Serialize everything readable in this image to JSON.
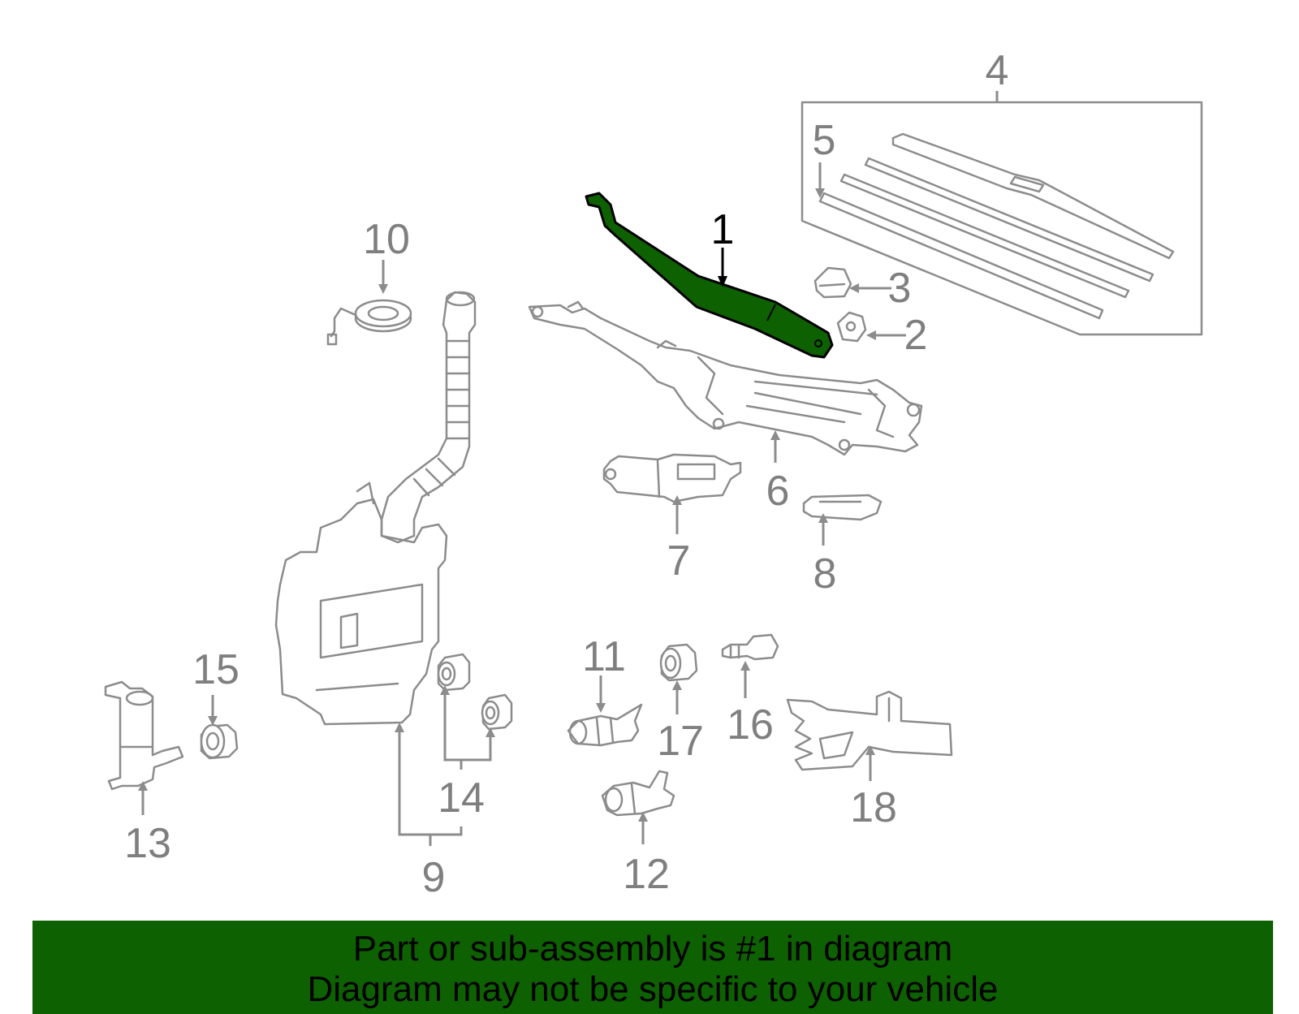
{
  "callouts": {
    "c1": "1",
    "c2": "2",
    "c3": "3",
    "c4": "4",
    "c5": "5",
    "c6": "6",
    "c7": "7",
    "c8": "8",
    "c9": "9",
    "c10": "10",
    "c11": "11",
    "c12": "12",
    "c13": "13",
    "c14": "14",
    "c15": "15",
    "c16": "16",
    "c17": "17",
    "c18": "18"
  },
  "highlight": {
    "part_number": "1",
    "color": "#0e6100"
  },
  "banner": {
    "line1": "Part or sub-assembly is #1 in diagram",
    "line2": "Diagram may not be specific to your vehicle",
    "background": "#0e6100"
  }
}
